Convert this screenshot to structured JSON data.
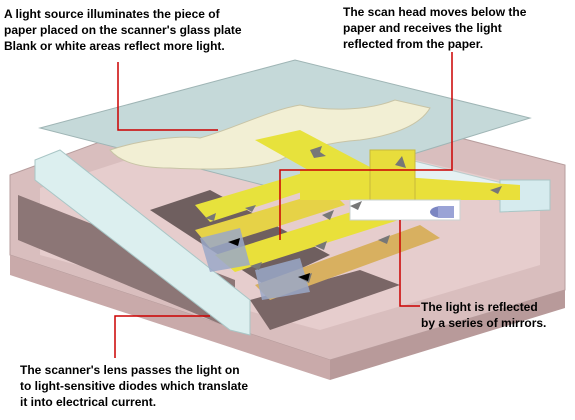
{
  "callouts": {
    "light_source": {
      "lines": [
        "A light source illuminates the piece of",
        "paper placed on the scanner's glass plate",
        "Blank or white areas reflect more light."
      ]
    },
    "scan_head": {
      "lines": [
        "The scan head moves below the",
        "paper and receives the light",
        "reflected from the paper."
      ]
    },
    "mirrors": {
      "lines": [
        "The light is reflected",
        "by a series of mirrors."
      ]
    },
    "lens": {
      "lines": [
        "The scanner's lens passes the light on",
        "to light-sensitive diodes which translate",
        "it into electrical current."
      ]
    }
  },
  "colors": {
    "case": "#d8b8b8",
    "case_shadow": "#b89a9a",
    "glass": "#c9dcdc",
    "paper": "#f2efd2",
    "mirror_yellow": "#e8e23a",
    "mirror_tan": "#d8b060",
    "arrow": "#777777",
    "leader": "#cc0000",
    "light_blue_bar": "#dff0f4"
  }
}
